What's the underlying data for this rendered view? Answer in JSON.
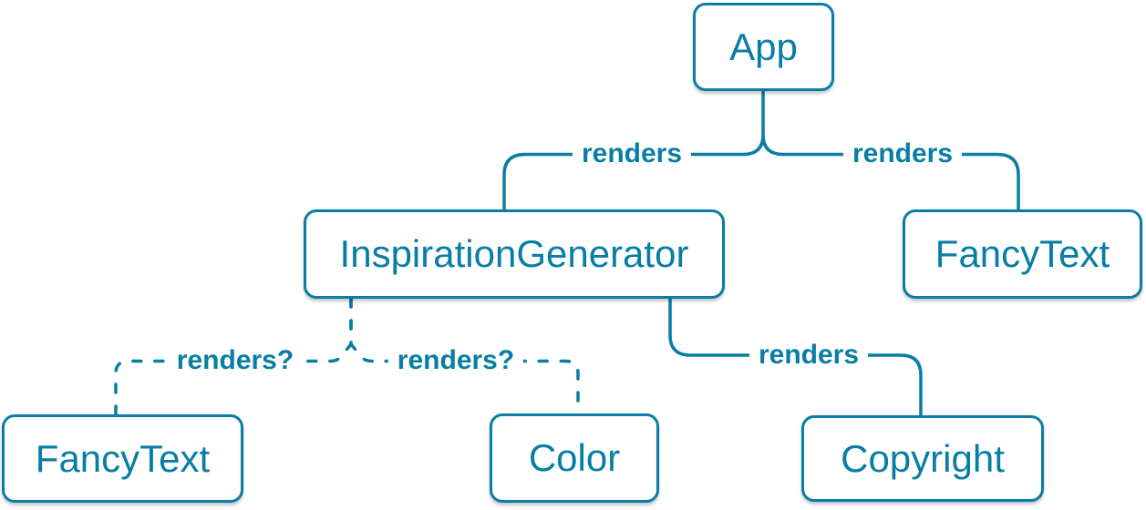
{
  "diagram": {
    "type": "tree",
    "colors": {
      "accent": "#087ea4",
      "node_fill": "#ffffff",
      "background": "#ffffff"
    },
    "nodes": [
      {
        "id": "app",
        "label": "App"
      },
      {
        "id": "inspiration-generator",
        "label": "InspirationGenerator"
      },
      {
        "id": "fancy-text-top",
        "label": "FancyText"
      },
      {
        "id": "fancy-text-bottom",
        "label": "FancyText"
      },
      {
        "id": "color",
        "label": "Color"
      },
      {
        "id": "copyright",
        "label": "Copyright"
      }
    ],
    "edges": [
      {
        "from": "App",
        "to": "InspirationGenerator",
        "label": "renders",
        "style": "solid"
      },
      {
        "from": "App",
        "to": "FancyText",
        "label": "renders",
        "style": "solid"
      },
      {
        "from": "InspirationGenerator",
        "to": "FancyText",
        "label": "renders?",
        "style": "dashed"
      },
      {
        "from": "InspirationGenerator",
        "to": "Color",
        "label": "renders?",
        "style": "dashed"
      },
      {
        "from": "InspirationGenerator",
        "to": "Copyright",
        "label": "renders",
        "style": "solid"
      }
    ]
  }
}
